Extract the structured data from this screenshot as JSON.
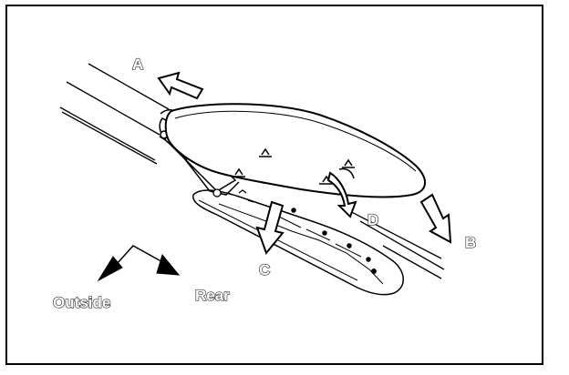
{
  "figure": {
    "labels": {
      "a": "A",
      "b": "B",
      "c": "C",
      "d": "D",
      "outside": "Outside",
      "rear": "Rear"
    },
    "colors": {
      "line": "#000000",
      "label_fill": "#ffffff",
      "label_outline": "#333333"
    }
  }
}
